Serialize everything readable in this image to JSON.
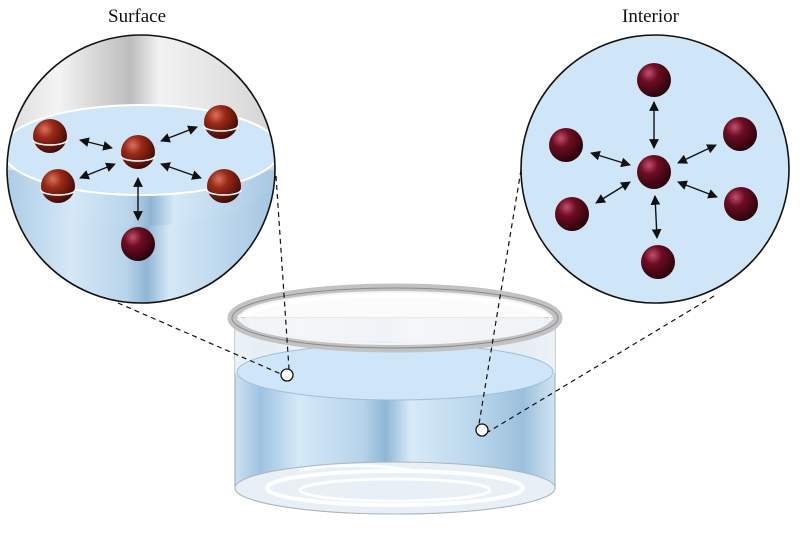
{
  "labels": {
    "surface": "Surface",
    "interior": "Interior"
  },
  "colors": {
    "water": "#cfe6f8",
    "water_dark": "#a9cbe6",
    "molecule": "#7a1a10",
    "molecule_interior": "#5a0a14",
    "outline": "#111111",
    "glass_rim": "#c8c8c8"
  },
  "panels": {
    "surface": {
      "molecules_on_surface": 5,
      "molecules_below": 1,
      "attraction_arrows": 5
    },
    "interior": {
      "molecules_around_center": 6,
      "attraction_arrows": 6
    }
  }
}
